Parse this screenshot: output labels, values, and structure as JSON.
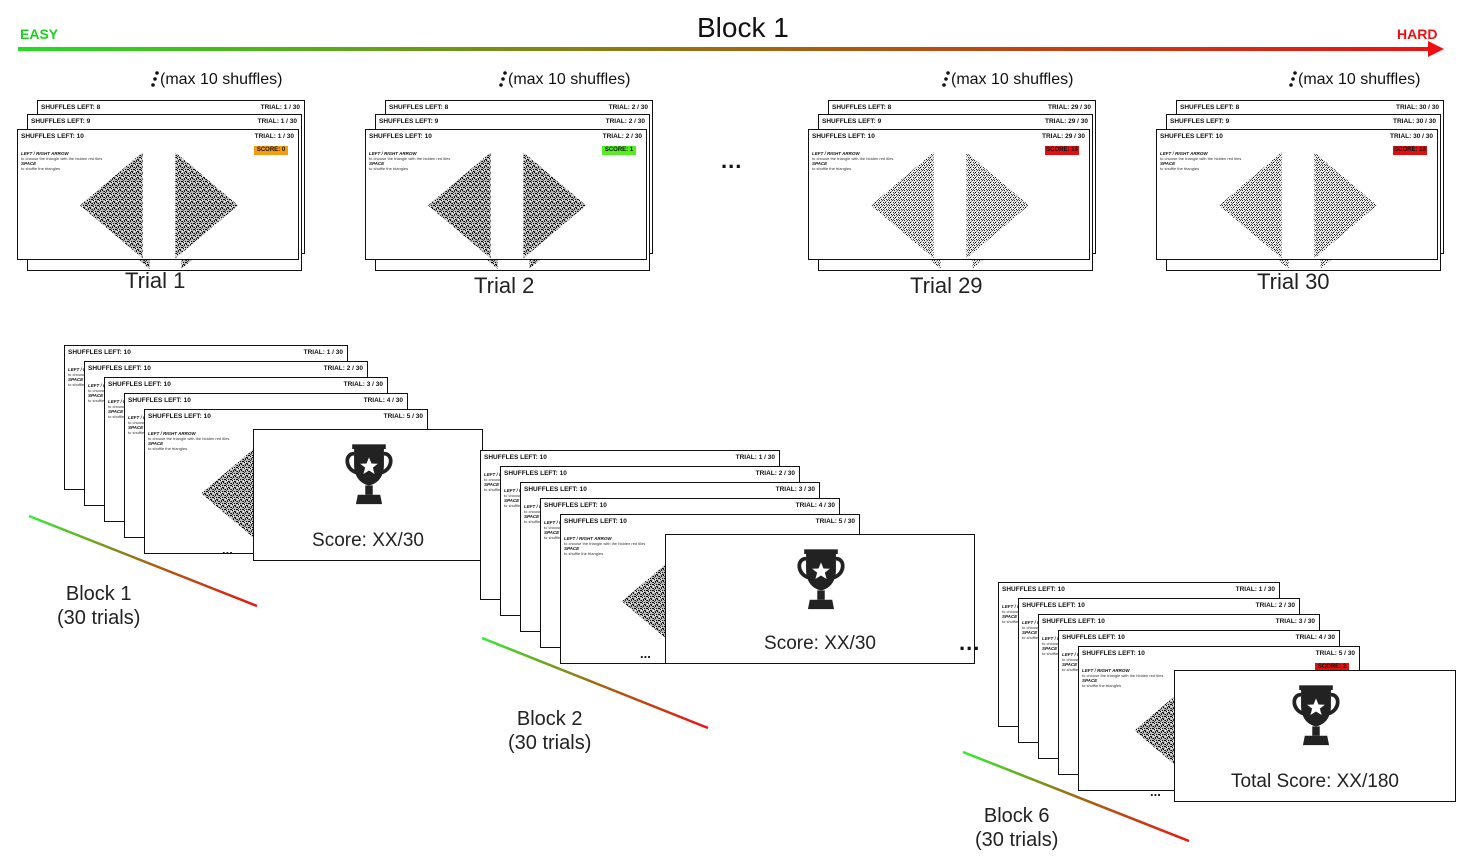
{
  "header": {
    "title": "Block 1",
    "easy_label": "EASY",
    "hard_label": "HARD",
    "easy_color": "#1ed01e",
    "hard_color": "#ee1111"
  },
  "shuffle_note": "(max 10 shuffles)",
  "ellipsis": "...",
  "card_text": {
    "arrow_heading": "LEFT / RIGHT ARROW",
    "arrow_desc": "to choose the triangle with the hidden red tiles",
    "space_heading": "SPACE",
    "space_desc": "to shuffle the triangles"
  },
  "top_trials": [
    {
      "label": "Trial 1",
      "front_shuffles": "SHUFFLES LEFT: 10",
      "mid_shuffles": "SHUFFLES LEFT: 9",
      "back_shuffles": "SHUFFLES LEFT: 8",
      "front_trial": "TRIAL: 1 / 30",
      "mid_trial": "TRIAL: 1 / 30",
      "back_trial": "TRIAL: 1 / 30",
      "score": "SCORE: 0",
      "score_color": "#f39c12"
    },
    {
      "label": "Trial 2",
      "front_shuffles": "SHUFFLES LEFT: 10",
      "mid_shuffles": "SHUFFLES LEFT: 9",
      "back_shuffles": "SHUFFLES LEFT: 8",
      "front_trial": "TRIAL: 2 / 30",
      "mid_trial": "TRIAL: 2 / 30",
      "back_trial": "TRIAL: 2 / 30",
      "score": "SCORE: 1",
      "score_color": "#55ee22"
    },
    {
      "label": "Trial 29",
      "front_shuffles": "SHUFFLES LEFT: 10",
      "mid_shuffles": "SHUFFLES LEFT: 9",
      "back_shuffles": "SHUFFLES LEFT: 8",
      "front_trial": "TRIAL: 29 / 30",
      "mid_trial": "TRIAL: 29 / 30",
      "back_trial": "TRIAL: 29 / 30",
      "score": "SCORE: 18",
      "score_color": "#e01010"
    },
    {
      "label": "Trial 30",
      "front_shuffles": "SHUFFLES LEFT: 10",
      "mid_shuffles": "SHUFFLES LEFT: 9",
      "back_shuffles": "SHUFFLES LEFT: 8",
      "front_trial": "TRIAL: 30 / 30",
      "mid_trial": "TRIAL: 30 / 30",
      "back_trial": "TRIAL: 30 / 30",
      "score": "SCORE: 18",
      "score_color": "#e01010"
    }
  ],
  "blocks": [
    {
      "label_line1": "Block 1",
      "label_line2": "(30 trials)",
      "score_text": "Score: XX/30",
      "stack_shuffles": "SHUFFLES LEFT: 10",
      "stack_trials": [
        "TRIAL: 1 / 30",
        "TRIAL: 2 / 30",
        "TRIAL: 3 / 30",
        "TRIAL: 4 / 30",
        "TRIAL: 5 / 30"
      ]
    },
    {
      "label_line1": "Block 2",
      "label_line2": "(30 trials)",
      "score_text": "Score: XX/30",
      "stack_shuffles": "SHUFFLES LEFT: 10",
      "stack_trials": [
        "TRIAL: 1 / 30",
        "TRIAL: 2 / 30",
        "TRIAL: 3 / 30",
        "TRIAL: 4 / 30",
        "TRIAL: 5 / 30"
      ]
    },
    {
      "label_line1": "Block 6",
      "label_line2": "(30 trials)",
      "score_text": "Total Score: XX/180",
      "stack_shuffles": "SHUFFLES LEFT: 10",
      "stack_trials": [
        "TRIAL: 1 / 30",
        "TRIAL: 2 / 30",
        "TRIAL: 3 / 30",
        "TRIAL: 4 / 30",
        "TRIAL: 5 / 30"
      ],
      "front_score": "SCORE: 2"
    }
  ]
}
